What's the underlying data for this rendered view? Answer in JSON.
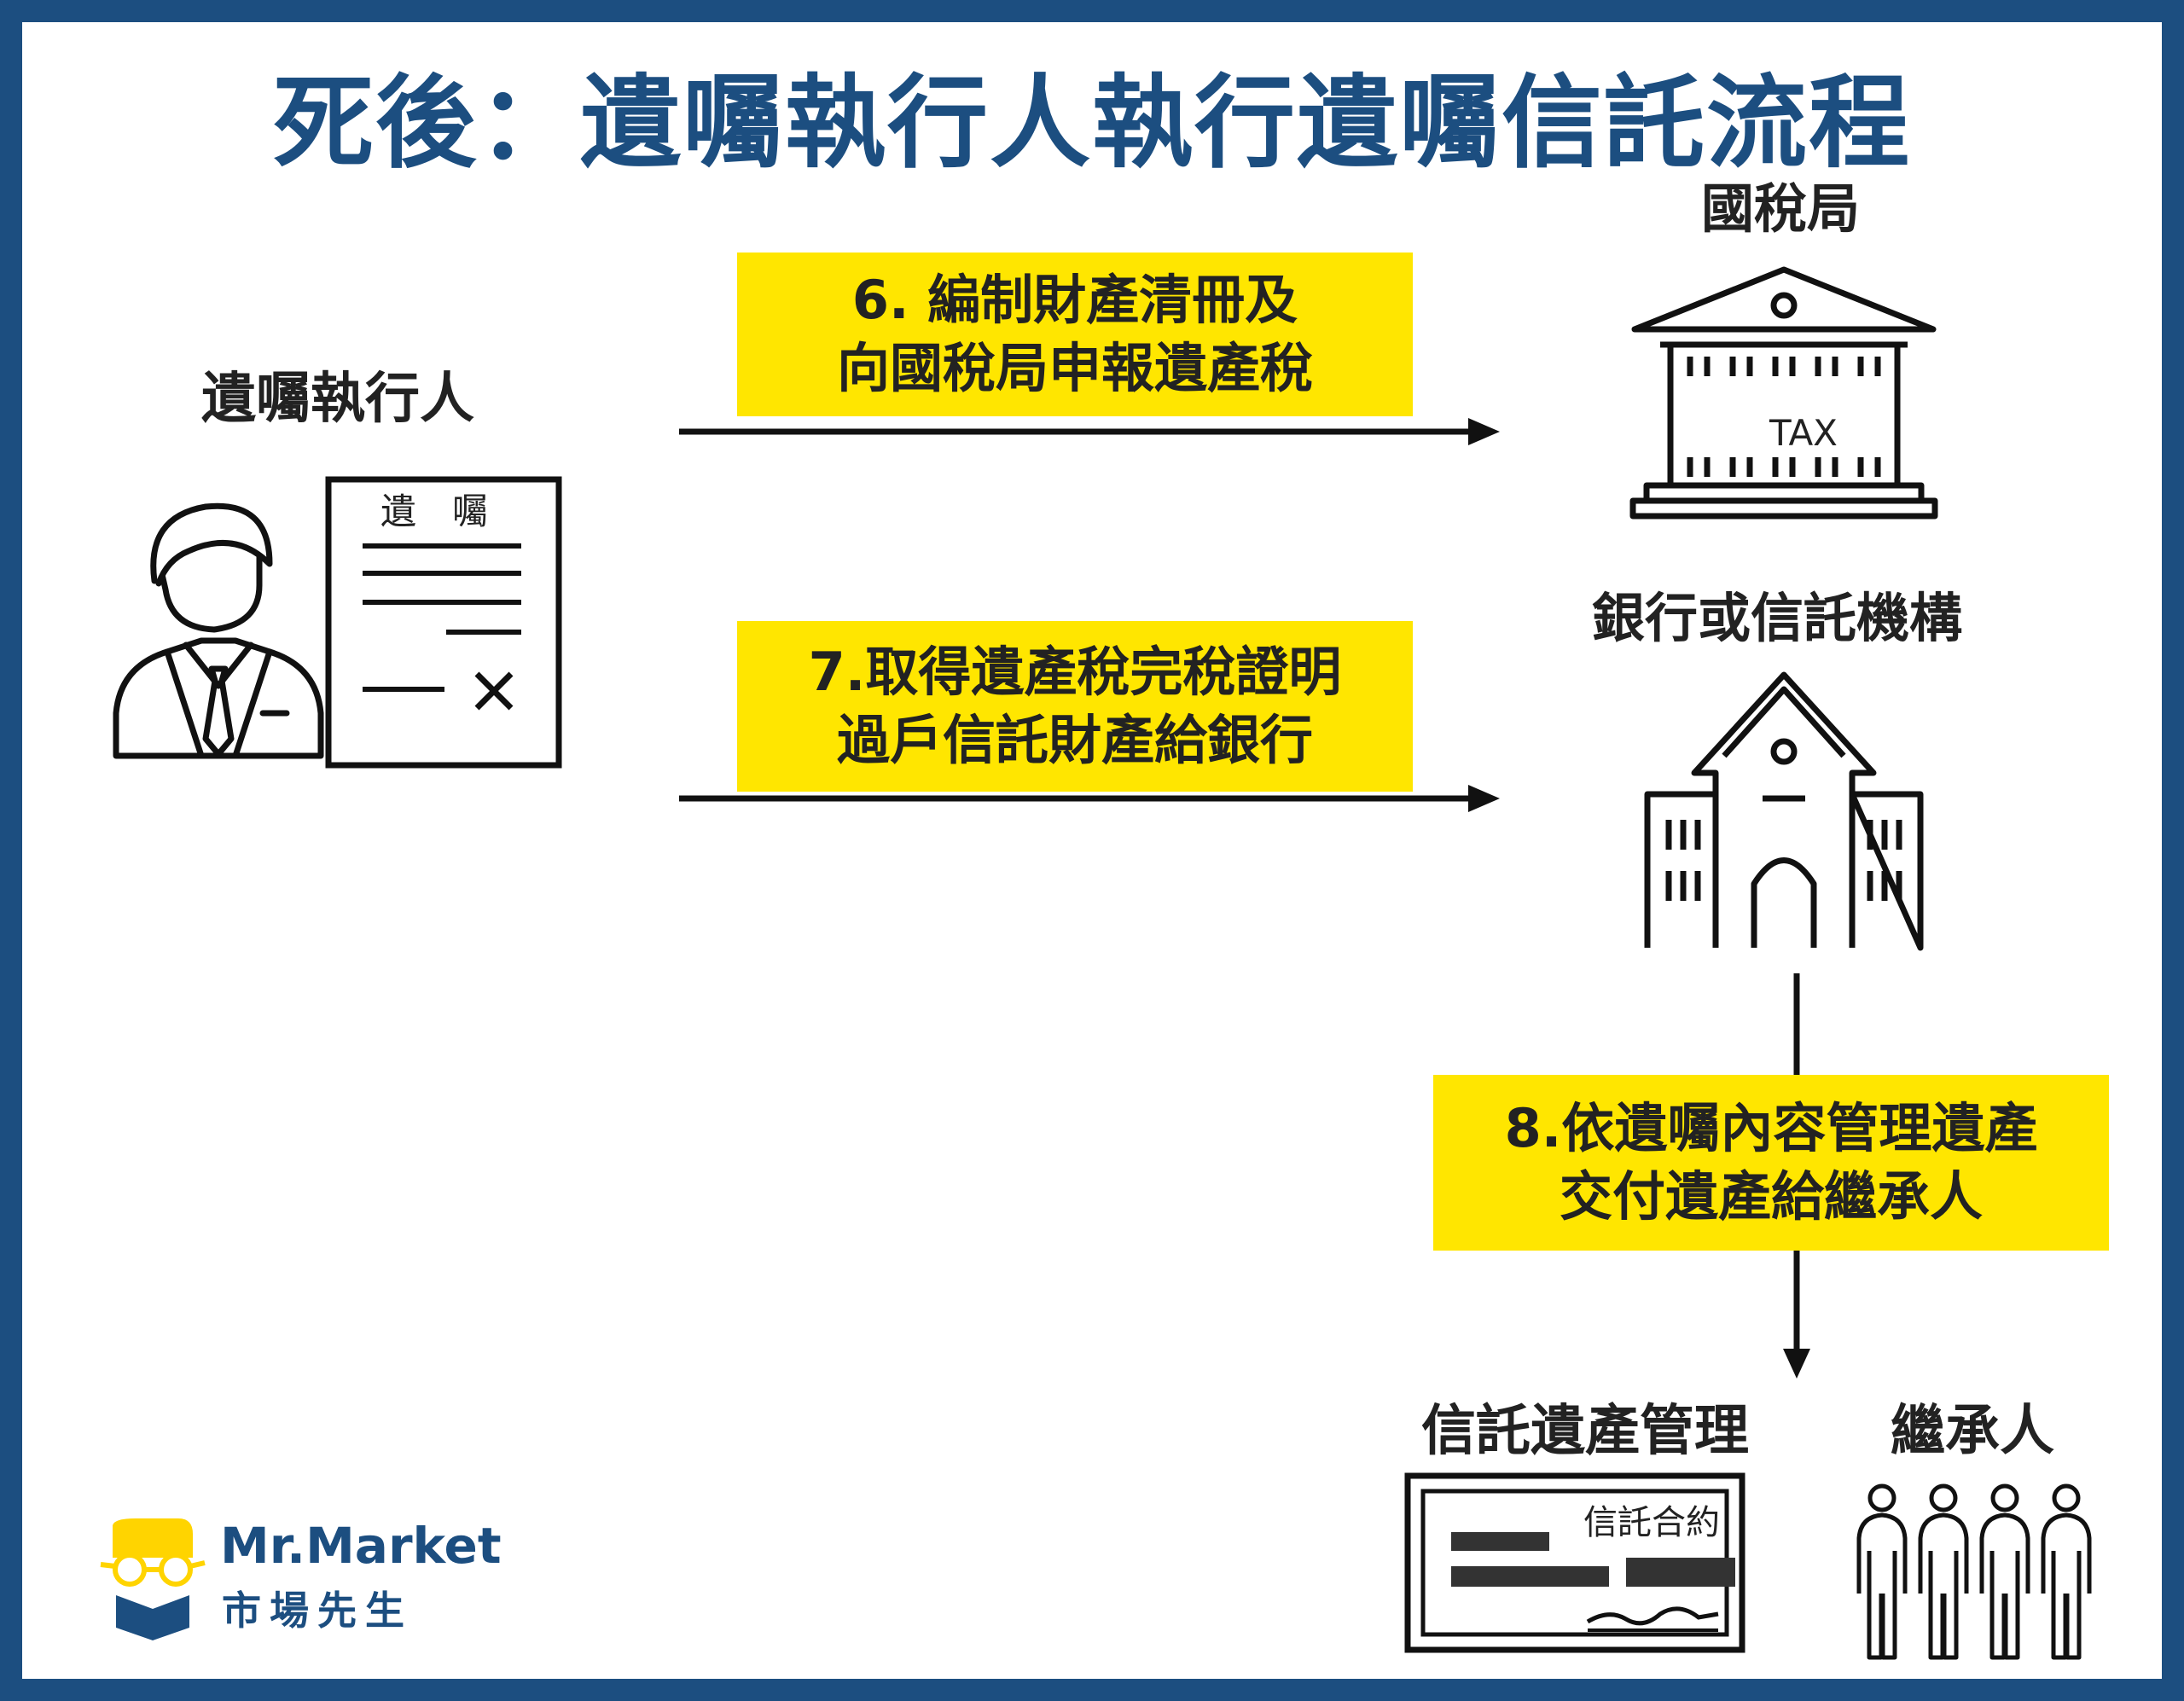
{
  "title": "死後：遺囑執行人執行遺囑信託流程",
  "nodes": {
    "executor": "遺囑執行人",
    "tax_bureau": "國稅局",
    "bank": "銀行或信託機構",
    "trust_management": "信託遺產管理",
    "heirs": "繼承人"
  },
  "icons": {
    "will_doc_title": "遺　囑",
    "tax_sign": "TAX",
    "contract_title": "信託合約"
  },
  "steps": {
    "step6": {
      "line1": "6. 編制財產清冊及",
      "line2": "向國稅局申報遺產稅"
    },
    "step7": {
      "line1": "7.取得遺產稅完稅證明",
      "line2": "過戶信託財產給銀行"
    },
    "step8": {
      "line1": "8.依遺囑內容管理遺產",
      "line2": "交付遺產給繼承人"
    }
  },
  "logo": {
    "en": "Mr.Market",
    "zh": "市場先生"
  },
  "colors": {
    "frame": "#1c4e80",
    "highlight": "#ffe600",
    "title": "#1c4e80"
  }
}
